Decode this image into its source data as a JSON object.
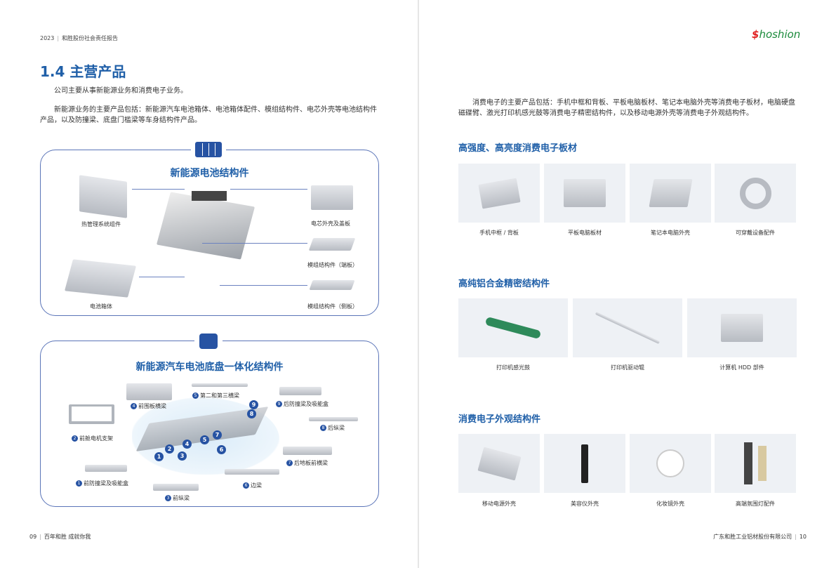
{
  "header": {
    "year": "2023",
    "report": "和胜股份社会责任报告",
    "logo": "hoshion"
  },
  "left": {
    "title": "1.4 主营产品",
    "para1": "公司主要从事新能源业务和消费电子业务。",
    "para2": "新能源业务的主要产品包括：新能源汽车电池箱体、电池箱体配件、模组结构件、电芯外壳等电池结构件产品，以及防撞梁、底盘门槛梁等车身结构件产品。",
    "battery": {
      "title": "新能源电池结构件",
      "labels": [
        "热管理系统组件",
        "电芯外壳及盖板",
        "模组结构件（端板）",
        "电池箱体",
        "模组结构件（侧板）"
      ]
    },
    "chassis": {
      "title": "新能源汽车电池底盘一体化结构件",
      "parts": [
        {
          "n": "1",
          "label": "前防撞梁及吸能盒"
        },
        {
          "n": "2",
          "label": "前舱电机支架"
        },
        {
          "n": "3",
          "label": "前纵梁"
        },
        {
          "n": "4",
          "label": "前围板横梁"
        },
        {
          "n": "5",
          "label": "第二和第三横梁"
        },
        {
          "n": "6",
          "label": "边梁"
        },
        {
          "n": "7",
          "label": "后地板前横梁"
        },
        {
          "n": "8",
          "label": "后纵梁"
        },
        {
          "n": "9",
          "label": "后防撞梁及吸能盒"
        }
      ]
    }
  },
  "right": {
    "para": "消费电子的主要产品包括：手机中框和背板、平板电脑板材、笔记本电脑外壳等消费电子板材，电脑硬盘磁碟臂、激光打印机感光鼓等消费电子精密结构件，以及移动电源外壳等消费电子外观结构件。",
    "sections": [
      {
        "title": "高强度、高亮度消费电子板材",
        "items": [
          "手机中框 / 背板",
          "平板电脑板材",
          "笔记本电脑外壳",
          "可穿戴设备配件"
        ]
      },
      {
        "title": "高纯铝合金精密结构件",
        "items": [
          "打印机感光鼓",
          "打印机驱动辊",
          "计算机 HDD 部件"
        ]
      },
      {
        "title": "消费电子外观结构件",
        "items": [
          "移动电源外壳",
          "美容仪外壳",
          "化妆镜外壳",
          "高端氛围灯配件"
        ]
      }
    ]
  },
  "footer": {
    "left_page": "09",
    "left_slogan": "百年和胜  成就你我",
    "right_company": "广东和胜工业铝材股份有限公司",
    "right_page": "10"
  },
  "colors": {
    "accent": "#1f5fa8",
    "logo_red": "#e02020",
    "logo_green": "#1a8a3a"
  }
}
